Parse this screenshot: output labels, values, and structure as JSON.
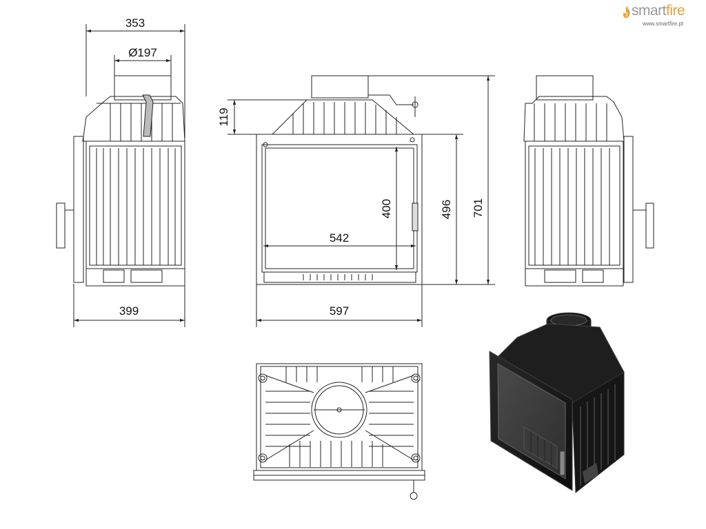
{
  "brand": {
    "name_part1": "smart",
    "name_part2": "fire",
    "url": "www.smartfire.pt",
    "colors": {
      "grey": "#9a9a9a",
      "orange": "#e8a13a"
    }
  },
  "dimensions": {
    "side_depth_top": "353",
    "flue_diameter": "Ø197",
    "side_depth_bottom": "399",
    "hood_height": "119",
    "glass_height": "400",
    "glass_width": "542",
    "front_height": "496",
    "total_height": "701",
    "front_width": "597"
  },
  "views": [
    "side-view-left",
    "front-view",
    "side-view-right",
    "top-view",
    "isometric-view"
  ],
  "colors": {
    "line": "#222222",
    "fill_dark": "#1a1a1a"
  }
}
